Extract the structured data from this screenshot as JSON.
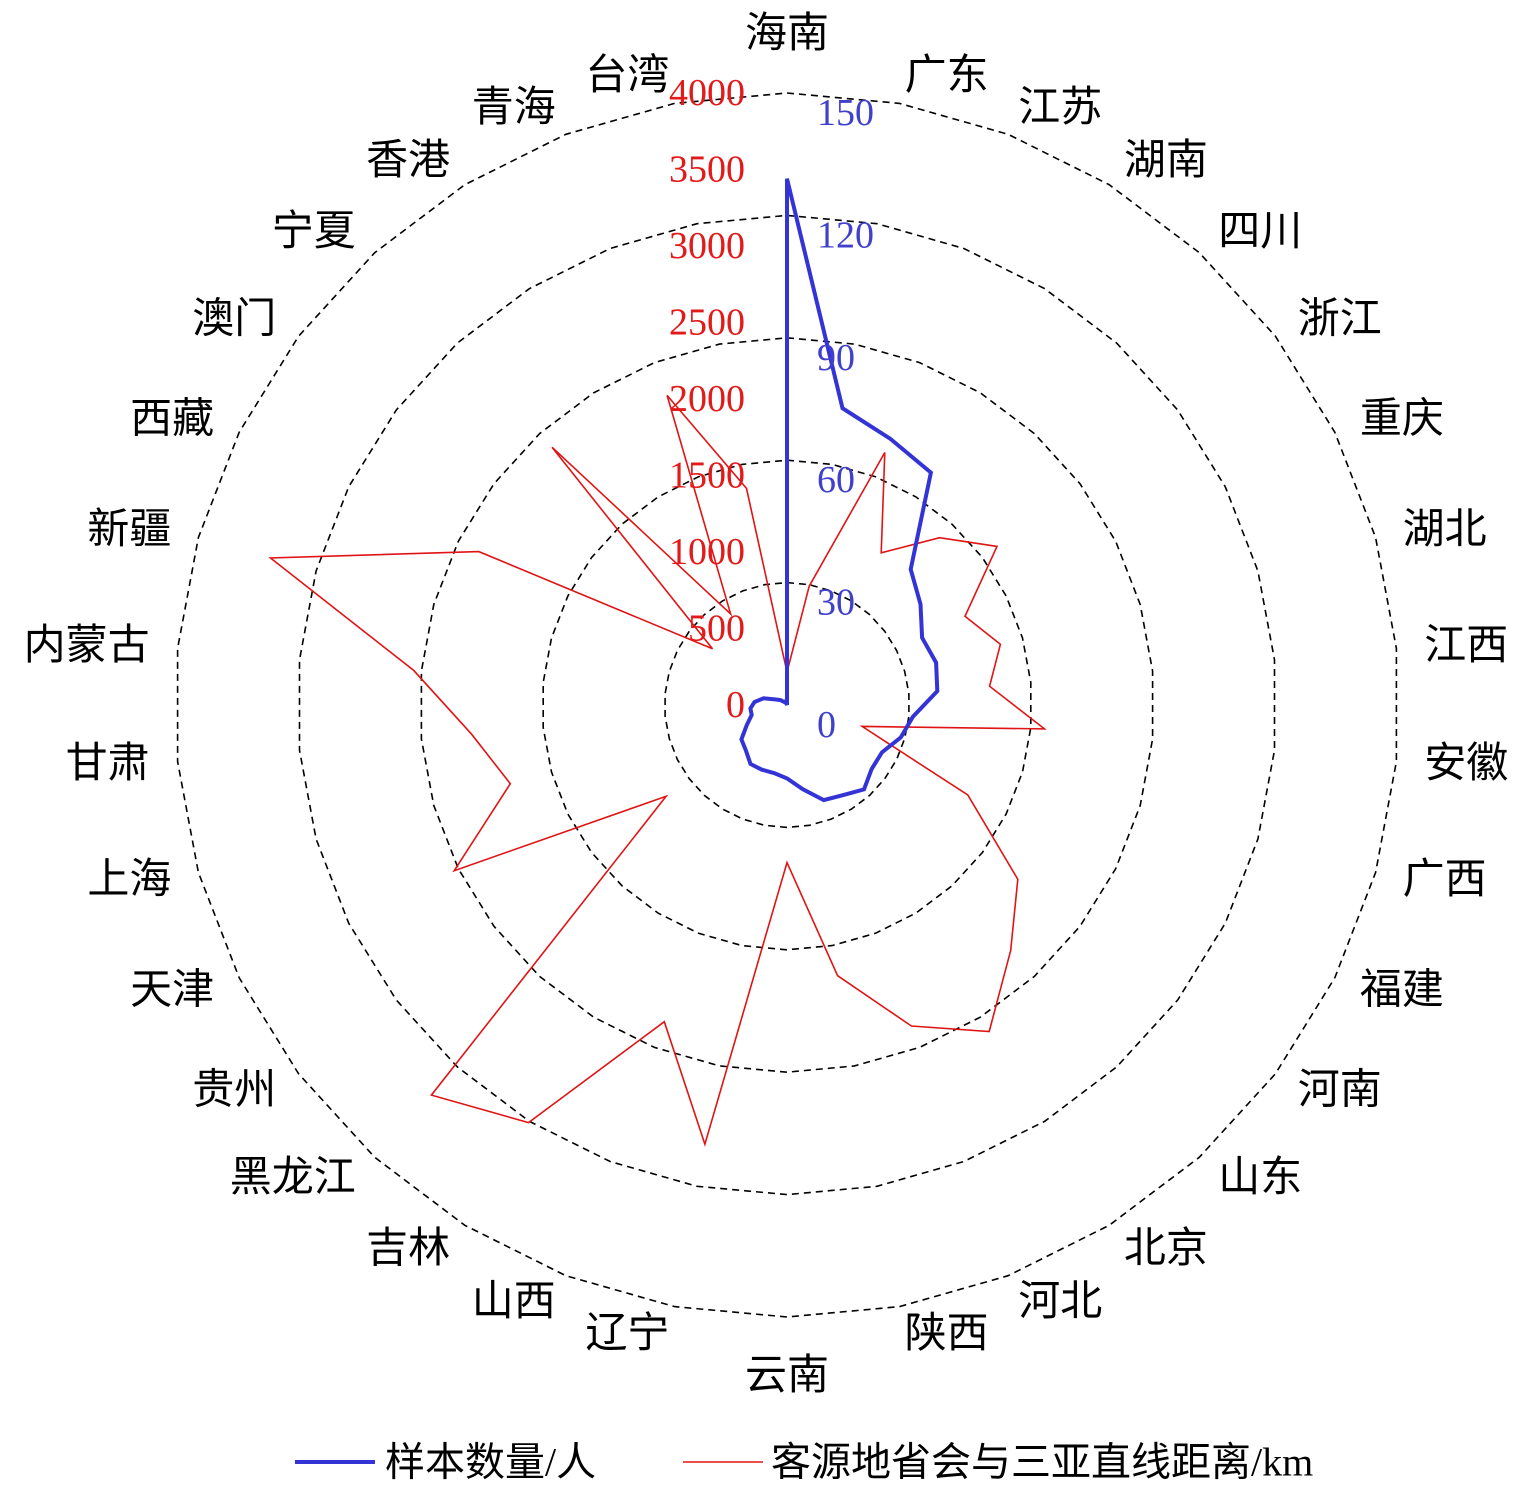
{
  "chart_data": {
    "type": "radar",
    "categories": [
      "海南",
      "广东",
      "江苏",
      "湖南",
      "四川",
      "浙江",
      "重庆",
      "湖北",
      "江西",
      "安徽",
      "广西",
      "福建",
      "河南",
      "山东",
      "北京",
      "河北",
      "陕西",
      "云南",
      "辽宁",
      "山西",
      "吉林",
      "黑龙江",
      "贵州",
      "天津",
      "上海",
      "甘肃",
      "内蒙古",
      "新疆",
      "西藏",
      "澳门",
      "宁夏",
      "香港",
      "青海",
      "台湾"
    ],
    "series": [
      {
        "name": "样本数量/人",
        "axis": 0,
        "color": "#3434d6",
        "values": [
          129,
          74,
          70,
          67,
          45,
          41,
          37,
          38,
          37,
          31,
          29,
          26,
          26,
          28,
          26,
          25,
          21,
          18,
          17,
          17,
          17,
          15,
          14,
          11,
          9,
          9,
          8,
          6,
          3,
          2,
          1,
          1,
          1,
          0
        ]
      },
      {
        "name": "客源地省会与三亚直线距离/km",
        "axis": 1,
        "color": "#e01414",
        "values": [
          215,
          790,
          1770,
          1170,
          1480,
          1720,
          1300,
          1450,
          1330,
          1690,
          510,
          1320,
          1890,
          2170,
          2510,
          2250,
          1800,
          1030,
          2920,
          2220,
          3210,
          3450,
          990,
          2430,
          1880,
          2070,
          2450,
          3510,
          2250,
          610,
          2280,
          700,
          2170,
          1440
        ]
      }
    ],
    "axes": [
      {
        "range": [
          0,
          150
        ],
        "ticks": [
          0,
          30,
          60,
          90,
          120,
          150
        ],
        "color": "#4040cc"
      },
      {
        "range": [
          0,
          4000
        ],
        "ticks": [
          0,
          500,
          1000,
          1500,
          2000,
          2500,
          3000,
          3500,
          4000
        ],
        "color": "#e31a1a"
      }
    ],
    "grid": true,
    "legend": "bottom"
  }
}
